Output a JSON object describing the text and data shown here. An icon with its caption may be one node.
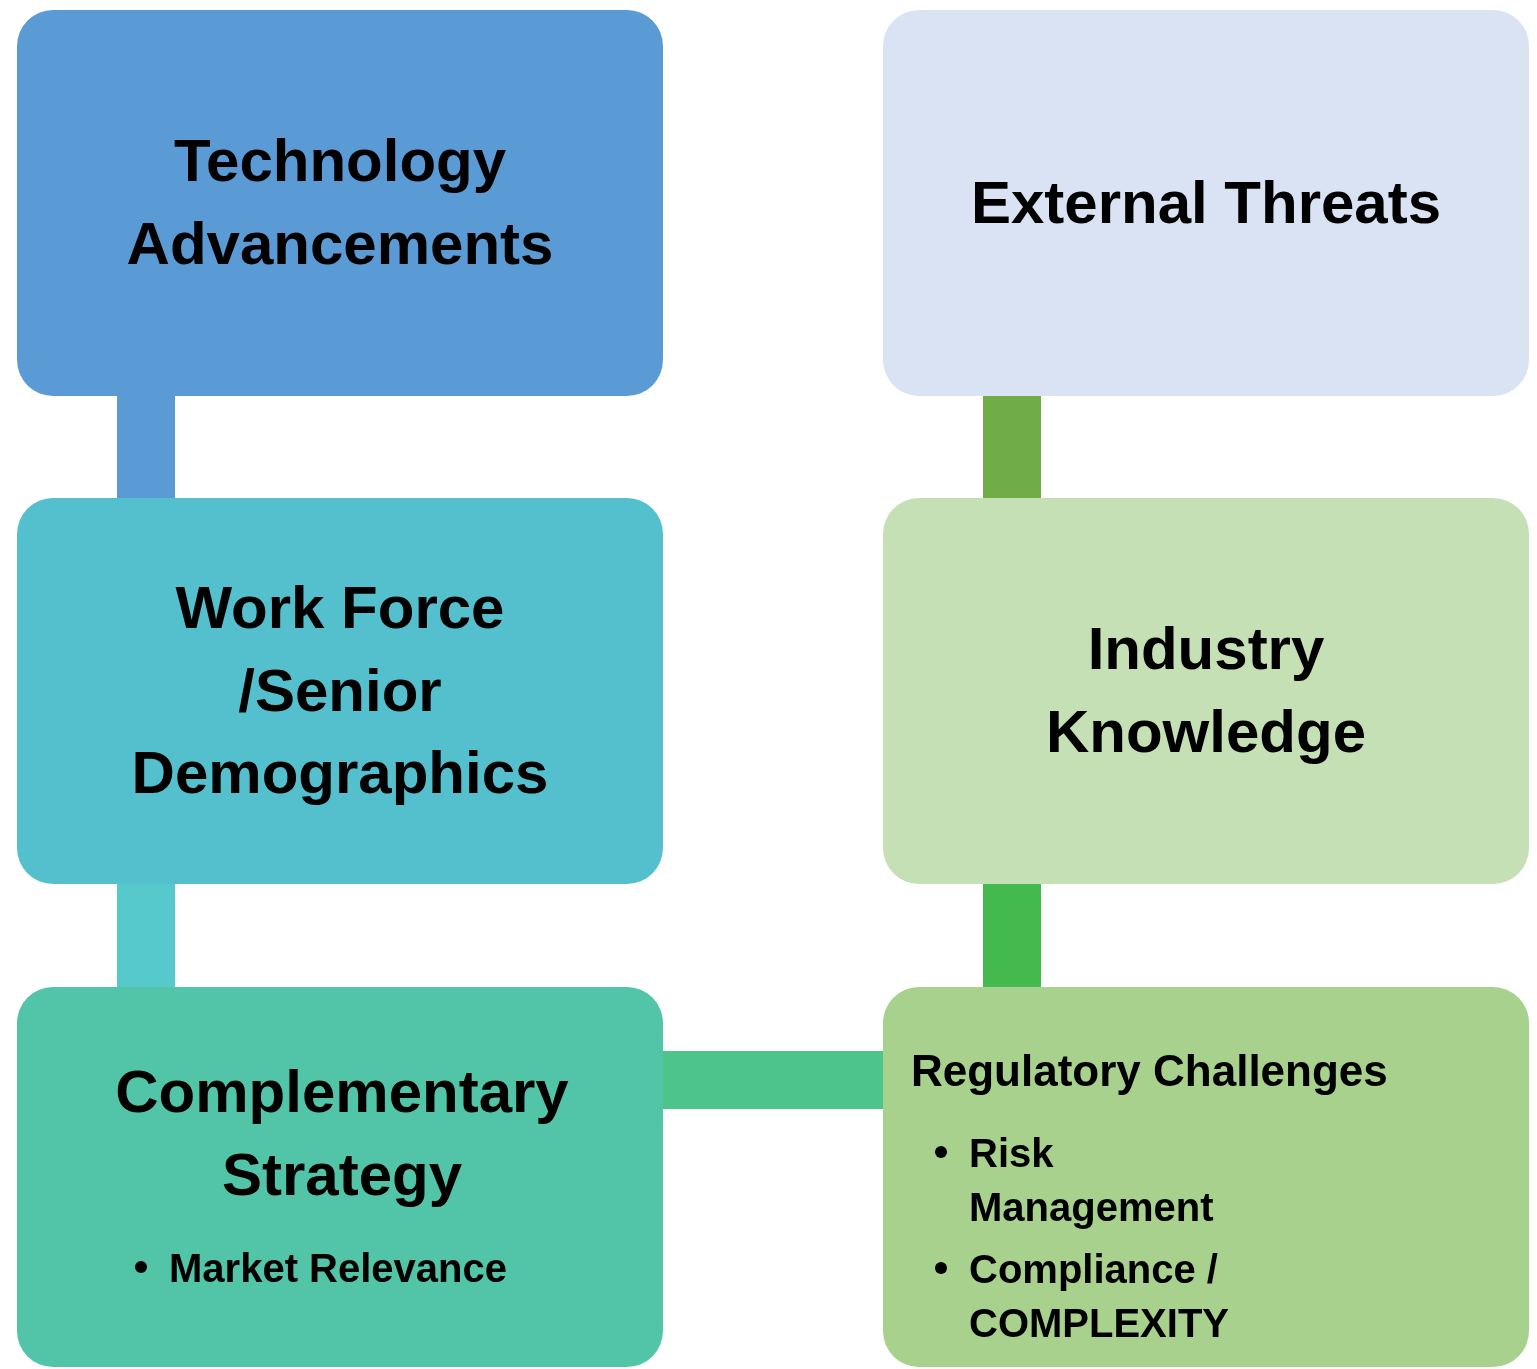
{
  "diagram": {
    "nodes": [
      {
        "text": [
          "Technology Advancements"
        ]
      },
      {
        "text": [
          "External Threats"
        ]
      },
      {
        "text": [
          "Work Force /Senior Demographics"
        ]
      },
      {
        "text": [
          "Industry Knowledge"
        ]
      },
      {
        "text": [
          "Complementary Strategy",
          "Market Relevance"
        ]
      },
      {
        "text": [
          "Regulatory Challenges",
          "Risk Management",
          "Compliance / COMPLEXITY"
        ]
      }
    ],
    "edges": [
      {
        "from": 0,
        "to": 2,
        "arrow": "none",
        "color": "#5b9bd5"
      },
      {
        "from": 2,
        "to": 4,
        "arrow": "none",
        "color": "#55c9cc"
      },
      {
        "from": 4,
        "to": 5,
        "arrow": "none",
        "color": "#4dc48c"
      },
      {
        "from": 1,
        "to": 3,
        "arrow": "none",
        "color": "#70ad47"
      },
      {
        "from": 3,
        "to": 5,
        "arrow": "none",
        "color": "#44ba4e"
      }
    ]
  }
}
